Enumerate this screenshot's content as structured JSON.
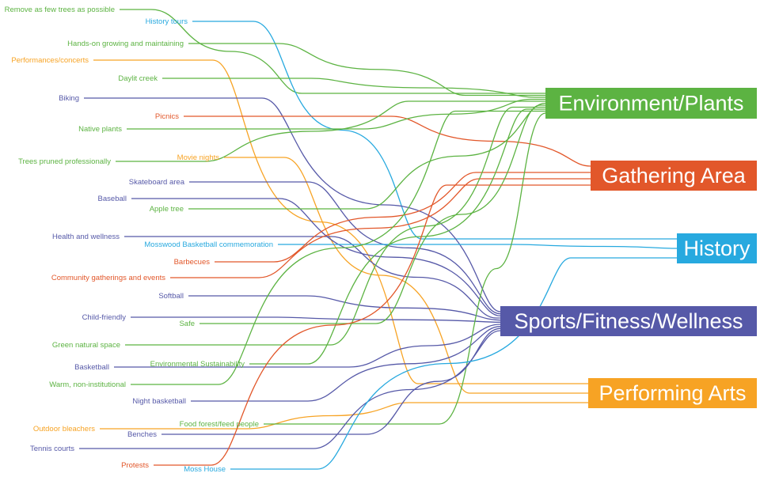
{
  "colors": {
    "Environment/Plants": "#5cb342",
    "Gathering Area": "#e2572a",
    "History": "#27a9df",
    "Sports/Fitness/Wellness": "#5659a8",
    "Performing Arts": "#f7a324"
  },
  "categories": [
    "Environment/Plants",
    "Gathering Area",
    "History",
    "Sports/Fitness/Wellness",
    "Performing Arts"
  ],
  "items": [
    {
      "label": "Remove as few trees as possible",
      "category": "Environment/Plants"
    },
    {
      "label": "History tours",
      "category": "History"
    },
    {
      "label": "Hands-on growing and maintaining",
      "category": "Environment/Plants"
    },
    {
      "label": "Performances/concerts",
      "category": "Performing Arts"
    },
    {
      "label": "Daylit creek",
      "category": "Environment/Plants"
    },
    {
      "label": "Biking",
      "category": "Sports/Fitness/Wellness"
    },
    {
      "label": "Picnics",
      "category": "Gathering Area"
    },
    {
      "label": "Native plants",
      "category": "Environment/Plants"
    },
    {
      "label": "Movie nights",
      "category": "Performing Arts"
    },
    {
      "label": "Trees pruned professionally",
      "category": "Environment/Plants"
    },
    {
      "label": "Skateboard area",
      "category": "Sports/Fitness/Wellness"
    },
    {
      "label": "Baseball",
      "category": "Sports/Fitness/Wellness"
    },
    {
      "label": "Apple tree",
      "category": "Environment/Plants"
    },
    {
      "label": "Health and wellness",
      "category": "Sports/Fitness/Wellness"
    },
    {
      "label": "Mosswood Basketball commemoration",
      "category": "History"
    },
    {
      "label": "Barbecues",
      "category": "Gathering Area"
    },
    {
      "label": "Community gatherings and events",
      "category": "Gathering Area"
    },
    {
      "label": "Softball",
      "category": "Sports/Fitness/Wellness"
    },
    {
      "label": "Child-friendly",
      "category": "Sports/Fitness/Wellness"
    },
    {
      "label": "Safe",
      "category": "Environment/Plants"
    },
    {
      "label": "Green natural space",
      "category": "Environment/Plants"
    },
    {
      "label": "Basketball",
      "category": "Sports/Fitness/Wellness"
    },
    {
      "label": "Environmental Sustainability",
      "category": "Environment/Plants"
    },
    {
      "label": "Warm, non-institutional",
      "category": "Environment/Plants"
    },
    {
      "label": "Night basketball",
      "category": "Sports/Fitness/Wellness"
    },
    {
      "label": "Outdoor bleachers",
      "category": "Performing Arts"
    },
    {
      "label": "Food forest/feed people",
      "category": "Environment/Plants"
    },
    {
      "label": "Benches",
      "category": "Sports/Fitness/Wellness"
    },
    {
      "label": "Tennis courts",
      "category": "Sports/Fitness/Wellness"
    },
    {
      "label": "Protests",
      "category": "Gathering Area"
    },
    {
      "label": "Moss House",
      "category": "History"
    }
  ]
}
